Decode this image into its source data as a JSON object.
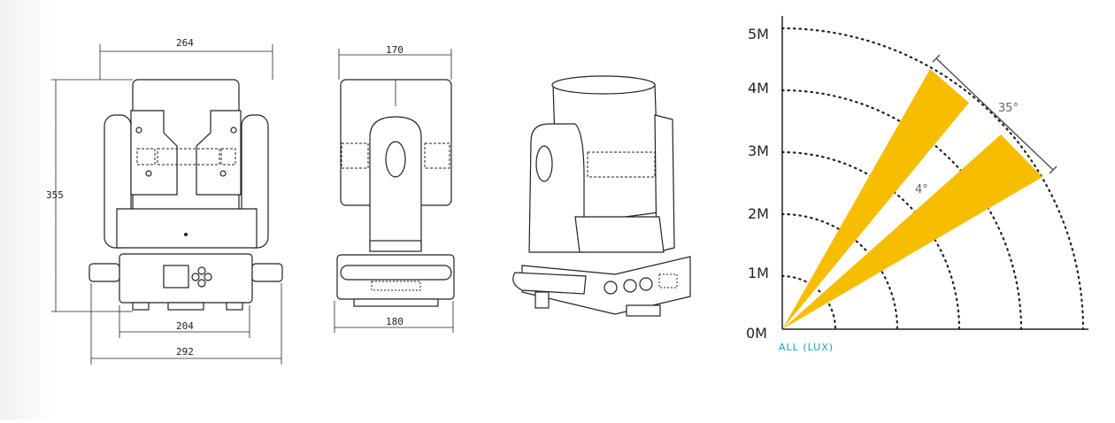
{
  "dimensions": {
    "front_width": "264",
    "front_height": "355",
    "front_base_width": "204",
    "front_total_width": "292",
    "side_depth_top": "170",
    "side_depth_bottom": "180"
  },
  "beam_chart": {
    "y_ticks": [
      "5M",
      "4M",
      "3M",
      "2M",
      "1M",
      "0M"
    ],
    "unit_label": "ALL (LUX)",
    "beam_angle_wide": "35°",
    "beam_angle_narrow": "4°",
    "beam_color": "#f7bd00",
    "axis_color": "#222222",
    "unit_color": "#1aa0c8"
  }
}
